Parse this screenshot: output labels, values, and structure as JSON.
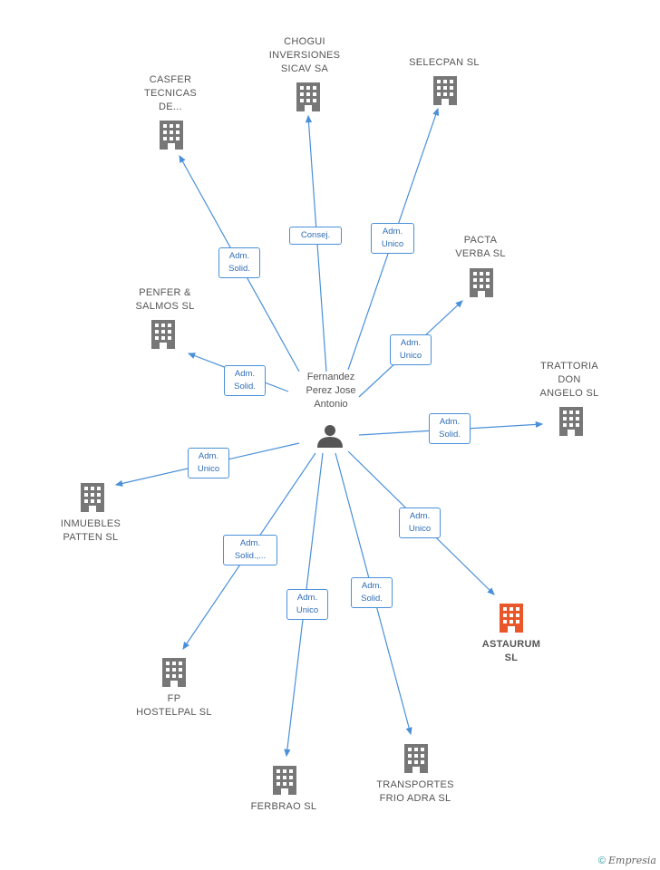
{
  "colors": {
    "edge": "#4a90d9",
    "company": "#777777",
    "company_highlight": "#e8562a",
    "person": "#555555"
  },
  "person": {
    "name": "Fernandez\nPerez Jose\nAntonio",
    "icon": "person-icon"
  },
  "companies": [
    {
      "id": "casfer",
      "label": "CASFER\nTECNICAS\nDE...",
      "icon": "building-icon",
      "highlight": false
    },
    {
      "id": "chogui",
      "label": "CHOGUI\nINVERSIONES\nSICAV SA",
      "icon": "building-icon",
      "highlight": false
    },
    {
      "id": "selecpan",
      "label": "SELECPAN  SL",
      "icon": "building-icon",
      "highlight": false
    },
    {
      "id": "pacta",
      "label": "PACTA\nVERBA  SL",
      "icon": "building-icon",
      "highlight": false
    },
    {
      "id": "penfer",
      "label": "PENFER &\nSALMOS SL",
      "icon": "building-icon",
      "highlight": false
    },
    {
      "id": "trattoria",
      "label": "TRATTORIA\nDON\nANGELO SL",
      "icon": "building-icon",
      "highlight": false
    },
    {
      "id": "inmuebles",
      "label": "INMUEBLES\nPATTEN SL",
      "icon": "building-icon",
      "highlight": false
    },
    {
      "id": "astaurum",
      "label": "ASTAURUM\nSL",
      "icon": "building-icon",
      "highlight": true
    },
    {
      "id": "fp",
      "label": "FP\nHOSTELPAL SL",
      "icon": "building-icon",
      "highlight": false
    },
    {
      "id": "ferbrao",
      "label": "FERBRAO  SL",
      "icon": "building-icon",
      "highlight": false
    },
    {
      "id": "transportes",
      "label": "TRANSPORTES\nFRIO ADRA  SL",
      "icon": "building-icon",
      "highlight": false
    }
  ],
  "roles": [
    {
      "target": "casfer",
      "label": "Adm.\nSolid."
    },
    {
      "target": "chogui",
      "label": "Consej."
    },
    {
      "target": "selecpan",
      "label": "Adm.\nUnico"
    },
    {
      "target": "pacta",
      "label": "Adm.\nUnico"
    },
    {
      "target": "penfer",
      "label": "Adm.\nSolid."
    },
    {
      "target": "trattoria",
      "label": "Adm.\nSolid."
    },
    {
      "target": "inmuebles",
      "label": "Adm.\nUnico"
    },
    {
      "target": "astaurum",
      "label": "Adm.\nUnico"
    },
    {
      "target": "fp",
      "label": "Adm.\nSolid.,..."
    },
    {
      "target": "ferbrao",
      "label": "Adm.\nUnico"
    },
    {
      "target": "transportes",
      "label": "Adm.\nSolid."
    }
  ],
  "watermark": {
    "symbol": "©",
    "brand": "Empresia"
  }
}
